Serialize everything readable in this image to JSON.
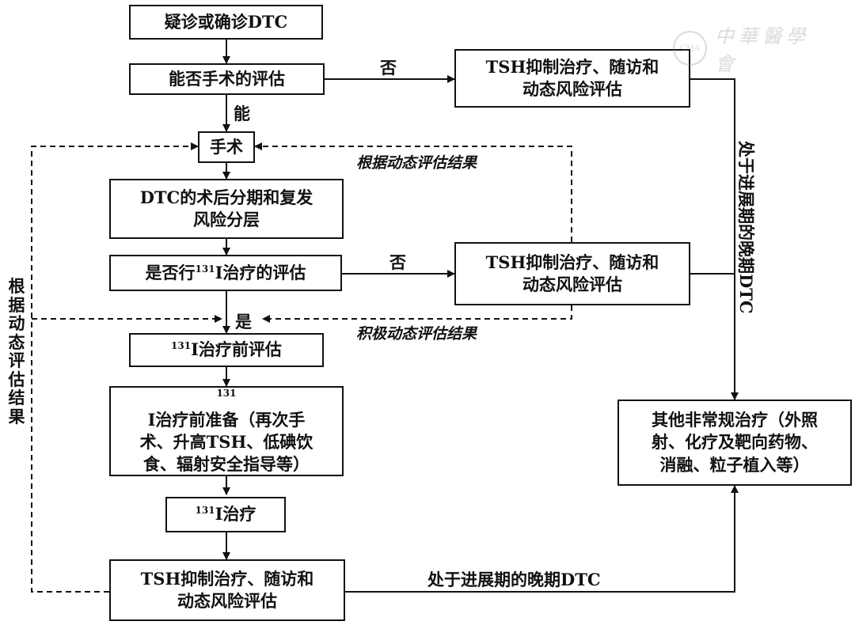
{
  "nodes": {
    "diagnosis": "疑诊或确诊DTC",
    "surgery_eval": "能否手术的评估",
    "tsh_top": [
      "TSH抑制治疗、随访和",
      "动态风险评估"
    ],
    "surgery": "手术",
    "staging": [
      "DTC的术后分期和复发",
      "风险分层"
    ],
    "i131_eval_pre": "是否行",
    "i131_eval_sup": "131",
    "i131_eval_post": "I治疗的评估",
    "tsh_mid": [
      "TSH抑制治疗、随访和",
      "动态风险评估"
    ],
    "pre_eval_sup": "131",
    "pre_eval_post": "I治疗前评估",
    "prep_sup": "131",
    "prep_line1_post": "I治疗前准备（再次手",
    "prep_line2": "术、升高TSH、低碘饮",
    "prep_line3": "食、辐射安全指导等）",
    "therapy_sup": "131",
    "therapy_post": "I治疗",
    "tsh_bottom": [
      "TSH抑制治疗、随访和",
      "动态风险评估"
    ],
    "other_therapy": [
      "其他非常规治疗（外照",
      "射、化疗及靶向药物、",
      "消融、粒子植入等）"
    ]
  },
  "edge_labels": {
    "no_top": "否",
    "yes_can": "能",
    "by_dynamic_top": "根据动态评估结果",
    "no_mid": "否",
    "yes_mid": "是",
    "active_dynamic": "积极动态评估结果",
    "advanced_bottom": "处于进展期的晚期DTC",
    "advanced_vertical": "处于进展期的晚期DTC",
    "left_vertical": "根据动态评估结果"
  },
  "watermark": {
    "text": "中華醫學會",
    "seal": "CMA"
  }
}
